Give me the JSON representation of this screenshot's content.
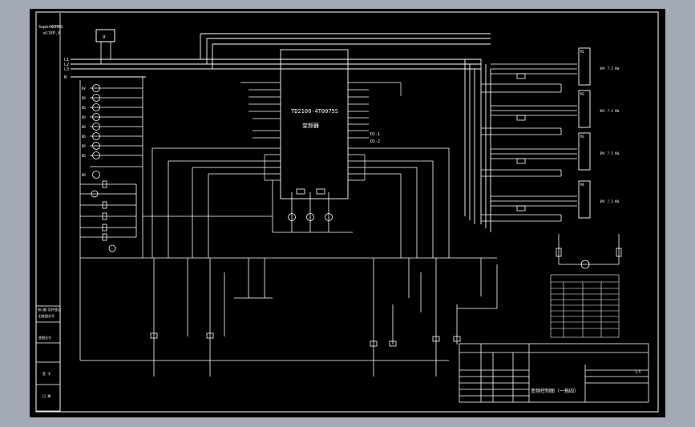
{
  "colors": {
    "frame_bg": "#a3aab5",
    "sheet_bg": "#000000",
    "wire": "#ffffff",
    "text": "#ffffff"
  },
  "sheet_header": {
    "line1": "SuperWORKS",
    "line2": "ellEP.X"
  },
  "meter_label": "V",
  "phase_labels": [
    "L1",
    "L2",
    "L3",
    "N"
  ],
  "inverter": {
    "model": "TD2100-4T0075S",
    "name": "变频器"
  },
  "pilot_lamp_labels": [
    "KV",
    "RD",
    "RD",
    "RD",
    "RD",
    "RD",
    "RD",
    "RD",
    "RD"
  ],
  "signal_labels": [
    "D1-1",
    "D1-2"
  ],
  "motor_label": "3M/ 7.5 KW",
  "motor_tags": [
    "M1",
    "M2",
    "M3",
    "M4"
  ],
  "title_block": {
    "drawing_title": "变频控制图（一拖四）",
    "scale": "1:5"
  },
  "left_strip_labels": [
    "借(通)用件登记",
    "旧底图总号",
    "底图总号",
    "签 字",
    "日 期"
  ]
}
